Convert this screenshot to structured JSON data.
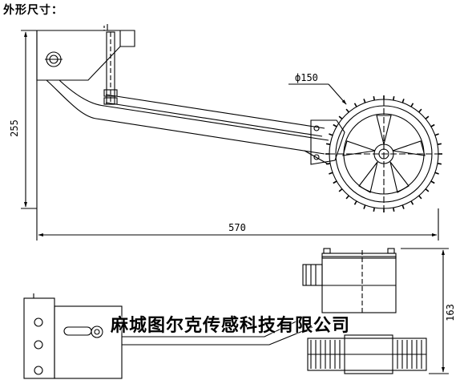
{
  "heading": "外形尺寸：",
  "dimensions": {
    "height_upper": "255",
    "wheel_diameter": "ф150",
    "overall_length": "570",
    "height_lower": "163"
  },
  "watermark": "麻城图尔克传感科技有限公司",
  "colors": {
    "line": "#000000",
    "background": "#ffffff"
  }
}
